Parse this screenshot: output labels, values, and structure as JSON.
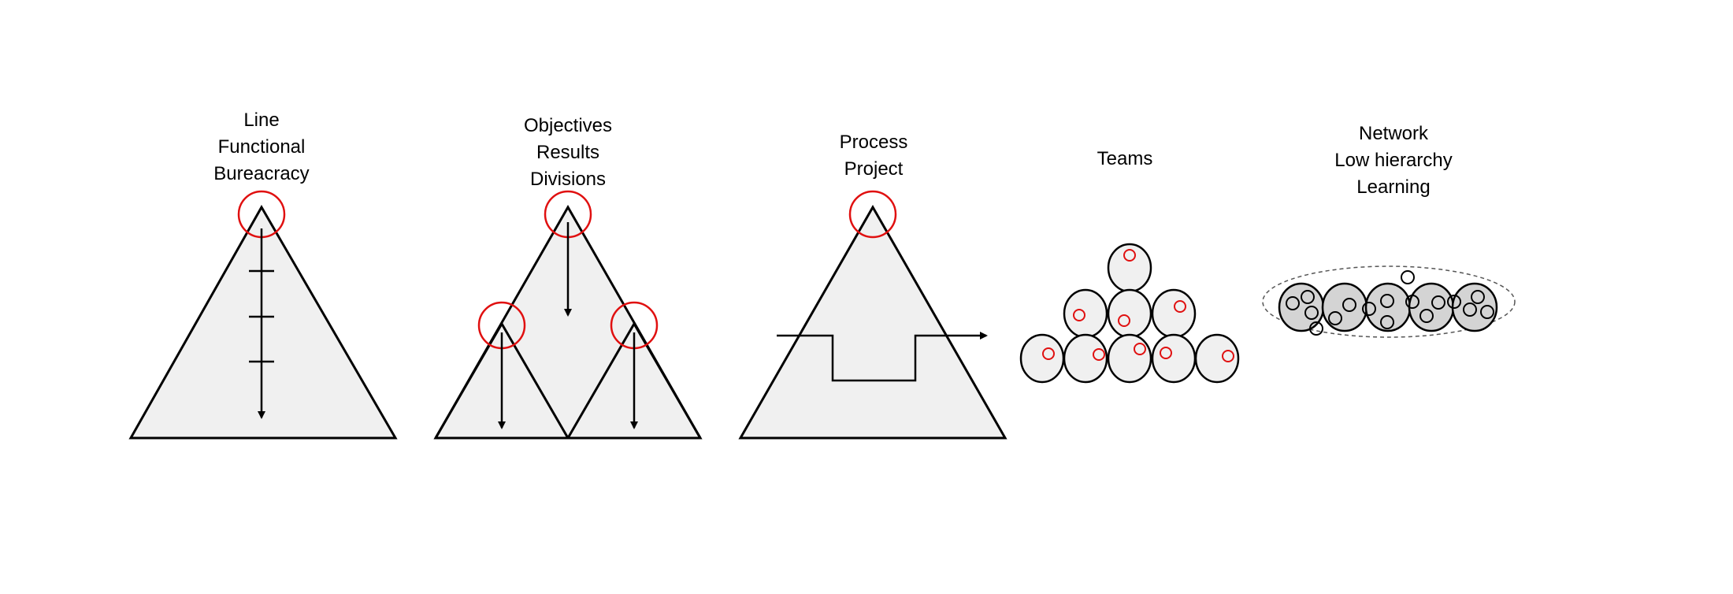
{
  "colors": {
    "fill": "#f0f0f0",
    "network_fill": "#d4d4d4",
    "stroke": "#000000",
    "highlight": "#e01010",
    "dashed": "#555555"
  },
  "models": [
    {
      "id": "line",
      "lines": [
        "Line",
        "Functional",
        "Bureacracy"
      ]
    },
    {
      "id": "objectives",
      "lines": [
        "Objectives",
        "Results",
        "Divisions"
      ]
    },
    {
      "id": "process",
      "lines": [
        "Process",
        "Project"
      ]
    },
    {
      "id": "teams",
      "lines": [
        "Teams"
      ]
    },
    {
      "id": "network",
      "lines": [
        "Network",
        "Low hierarchy",
        "Learning"
      ]
    }
  ]
}
